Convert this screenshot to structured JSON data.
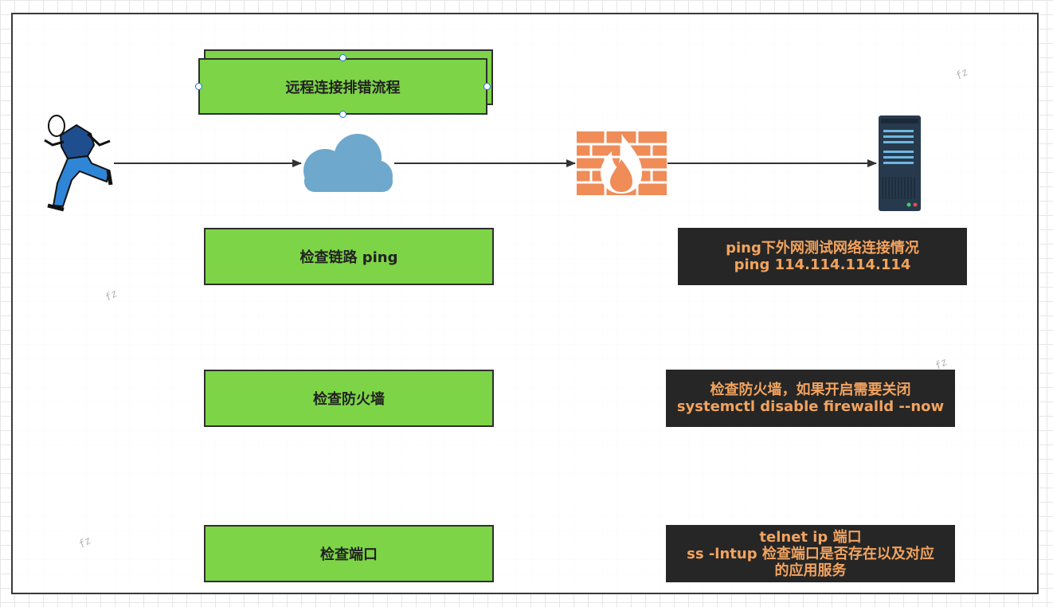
{
  "diagram": {
    "title": "远程连接排错流程",
    "steps": [
      {
        "label": "检查链路 ping",
        "note_lines": [
          "ping下外网测试网络连接情况",
          "ping 114.114.114.114"
        ]
      },
      {
        "label": "检查防火墙",
        "note_lines": [
          "检查防火墙，如果开启需要关闭",
          "systemctl disable firewalld --now"
        ]
      },
      {
        "label": "检查端口",
        "note_lines": [
          "telnet ip 端口",
          "ss -lntup 检查端口是否存在以及对应",
          "的应用服务"
        ]
      }
    ],
    "icons": [
      "running-person-icon",
      "cloud-icon",
      "firewall-icon",
      "server-icon"
    ],
    "watermark": "fz",
    "colors": {
      "step_box": "#7dd447",
      "note_bg": "#262626",
      "note_text": "#f2a35e",
      "cloud": "#6ea8cc",
      "firewall": "#ef8c58",
      "server": "#273a4d"
    }
  }
}
